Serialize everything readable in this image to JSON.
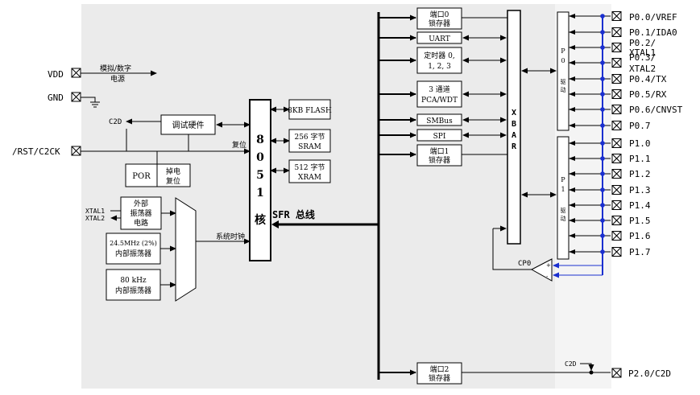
{
  "power": {
    "vdd": "VDD",
    "gnd": "GND",
    "analog_digital_power": [
      "模拟/数字",
      "电源"
    ]
  },
  "reset": {
    "rst_pin": "/RST/C2CK",
    "c2d": "C2D",
    "debug_hw": "调试硬件",
    "reset_label": "复位",
    "por": "POR",
    "brownout": [
      "掉电",
      "复位"
    ]
  },
  "clock": {
    "xtal1": "XTAL1",
    "xtal2": "XTAL2",
    "ext_osc": [
      "外部",
      "振荡器",
      "电路"
    ],
    "int_osc": [
      "24.5MHz (2%)",
      "内部振荡器"
    ],
    "lf_osc": [
      "80 kHz",
      "内部振荡器"
    ],
    "sysclk": "系统时钟"
  },
  "core": {
    "chars": [
      "8",
      "0",
      "5",
      "1",
      "核"
    ]
  },
  "memory": {
    "flash": "8KB FLASH",
    "sram": [
      "256 字节",
      "SRAM"
    ],
    "xram": [
      "512 字节",
      "XRAM"
    ]
  },
  "bus": {
    "sfr": "SFR 总线"
  },
  "peripherals": {
    "port0_latch": [
      "端口0",
      "锁存器"
    ],
    "uart": "UART",
    "timers": [
      "定时器 0,",
      "1, 2, 3"
    ],
    "pca": [
      "3 通道",
      "PCA/WDT"
    ],
    "smbus": "SMBus",
    "spi": "SPI",
    "port1_latch": [
      "端口1",
      "锁存器"
    ],
    "port2_latch": [
      "端口2",
      "锁存器"
    ]
  },
  "xbar": {
    "letters": [
      "X",
      "B",
      "A",
      "R"
    ]
  },
  "drivers": {
    "p0": [
      "P",
      "0",
      "驱",
      "动"
    ],
    "p1": [
      "P",
      "1",
      "驱",
      "动"
    ]
  },
  "comparator": {
    "label": "CP0"
  },
  "pins": {
    "port0": [
      "P0.0/VREF",
      "P0.1/IDA0",
      "P0.2/",
      "XTAL1",
      "P0.3/",
      "XTAL2",
      "P0.4/TX",
      "P0.5/RX",
      "P0.6/CNVST",
      "P0.7"
    ],
    "port1": [
      "P1.0",
      "P1.1",
      "P1.2",
      "P1.3",
      "P1.4",
      "P1.5",
      "P1.6",
      "P1.7"
    ],
    "port2_c2d": "C2D",
    "port2": "P2.0/C2D"
  },
  "colors": {
    "panel_bg": "#ebebeb",
    "line": "#000000",
    "analog_line": "#1a2fd0"
  }
}
